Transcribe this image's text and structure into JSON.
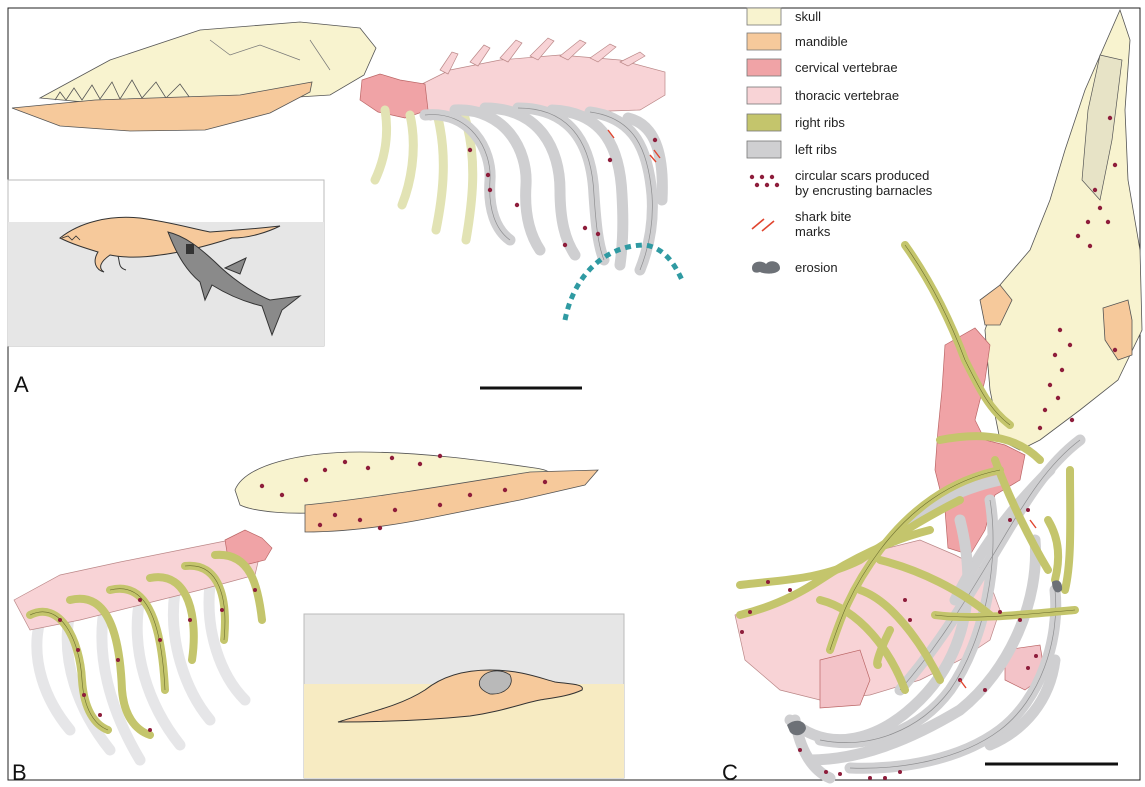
{
  "panels": {
    "a": "A",
    "b": "B",
    "c": "C"
  },
  "legend": [
    {
      "label": "skull",
      "color": "#f8f3cf",
      "swatch": "box"
    },
    {
      "label": "mandible",
      "color": "#f6c99b",
      "swatch": "box"
    },
    {
      "label": "cervical vertebrae",
      "color": "#f0a3a6",
      "swatch": "box"
    },
    {
      "label": "thoracic vertebrae",
      "color": "#f8d3d6",
      "swatch": "box"
    },
    {
      "label": "right ribs",
      "color": "#c4c56c",
      "swatch": "box"
    },
    {
      "label": "left ribs",
      "color": "#cfcfd1",
      "swatch": "box"
    },
    {
      "label": "circular scars produced by encrusting barnacles",
      "label_lines": [
        "circular scars produced",
        "by encrusting barnacles"
      ],
      "color": "#8e1d3b",
      "swatch": "dots"
    },
    {
      "label": "shark bite marks",
      "label_lines": [
        "shark bite",
        "marks"
      ],
      "color": "#e0452f",
      "swatch": "bites"
    },
    {
      "label": "erosion",
      "color": "#6d7177",
      "swatch": "blob"
    }
  ],
  "colors": {
    "skull": "#f8f3cf",
    "mandible": "#f6c99b",
    "cervical": "#f0a3a6",
    "thoracic": "#f8d3d6",
    "right_ribs": "#c4c56c",
    "left_ribs": "#cfcfd1",
    "scars": "#8e1d3b",
    "bite": "#e0452f",
    "arc": "#2f9aa2",
    "water": "#e6e6e6",
    "sand": "#f7ebc2",
    "shark": "#8a8a8a"
  }
}
